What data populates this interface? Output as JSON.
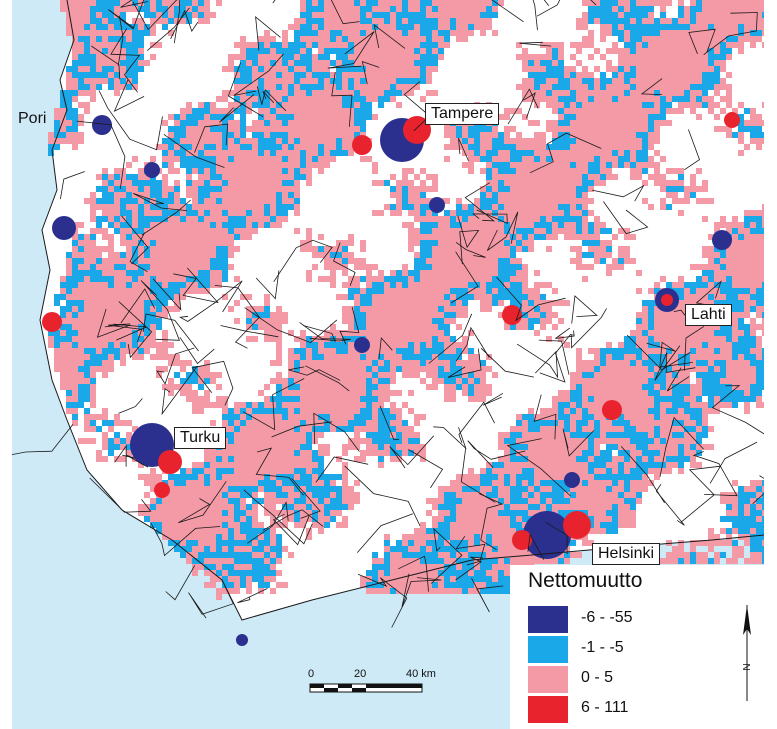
{
  "cities": [
    {
      "name": "Pori"
    },
    {
      "name": "Tampere"
    },
    {
      "name": "Lahti"
    },
    {
      "name": "Turku"
    },
    {
      "name": "Helsinki"
    }
  ],
  "legend": {
    "title": "Nettomuutto",
    "classes": [
      {
        "label": "-6 - -55",
        "color": "#2b2f8e"
      },
      {
        "label": "-1 - -5",
        "color": "#1aa8e8"
      },
      {
        "label": "0 - 5",
        "color": "#f49aa6"
      },
      {
        "label": "6 - 111",
        "color": "#e8232e"
      }
    ]
  },
  "scale_bar": {
    "ticks": [
      "0",
      "20",
      "40 km"
    ]
  },
  "colors": {
    "sea": "#cfeaf7",
    "land": "#ffffff",
    "boundary": "#1a1a1a"
  },
  "icons": {
    "north_arrow": "north-arrow-icon"
  }
}
